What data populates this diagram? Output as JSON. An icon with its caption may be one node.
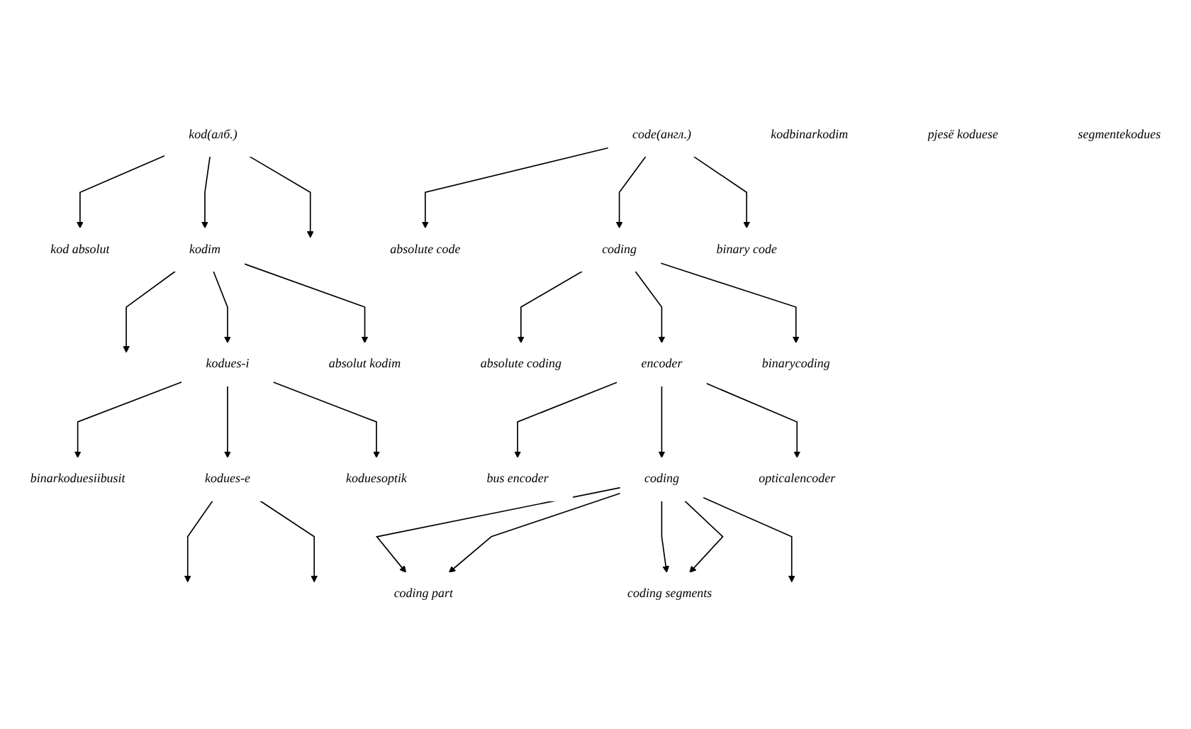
{
  "diagram": {
    "nodes": [
      {
        "text": [
          "kod(алб.)"
        ]
      },
      {
        "text": [
          "kod absolut"
        ]
      },
      {
        "text": [
          "kodim"
        ]
      },
      {
        "text": [
          "kodbinarkodim"
        ]
      },
      {
        "text": [
          "absolut kodim"
        ]
      },
      {
        "text": [
          "kodues-i"
        ]
      },
      {
        "text": [
          "binarkoduesiibusit"
        ]
      },
      {
        "text": [
          "kodues-e"
        ]
      },
      {
        "text": [
          "koduesoptik"
        ]
      },
      {
        "text": [
          "pjesë koduese"
        ]
      },
      {
        "text": [
          "segmentekodues"
        ]
      },
      {
        "text": [
          "code(англ.)"
        ]
      },
      {
        "text": [
          "absolute code"
        ]
      },
      {
        "text": [
          "coding"
        ]
      },
      {
        "text": [
          "binary code"
        ]
      },
      {
        "text": [
          "absolute coding"
        ]
      },
      {
        "text": [
          "encoder"
        ]
      },
      {
        "text": [
          "binarycoding"
        ]
      },
      {
        "text": [
          "bus encoder"
        ]
      },
      {
        "text": [
          "coding"
        ]
      },
      {
        "text": [
          "opticalencoder"
        ]
      },
      {
        "text": [
          "coding part"
        ]
      },
      {
        "text": [
          "coding segments"
        ]
      }
    ],
    "edges": [
      {
        "from": 0,
        "to": 1,
        "arrow": "to"
      },
      {
        "from": 0,
        "to": 2,
        "arrow": "to"
      },
      {
        "from": 0,
        "to": null,
        "arrow": "to"
      },
      {
        "from": 2,
        "to": null,
        "arrow": "to"
      },
      {
        "from": 2,
        "to": 5,
        "arrow": "to"
      },
      {
        "from": 2,
        "to": 4,
        "arrow": "to"
      },
      {
        "from": 5,
        "to": 6,
        "arrow": "to"
      },
      {
        "from": 5,
        "to": 7,
        "arrow": "to"
      },
      {
        "from": 5,
        "to": 8,
        "arrow": "to"
      },
      {
        "from": 7,
        "to": null,
        "arrow": "to"
      },
      {
        "from": 7,
        "to": null,
        "arrow": "to"
      },
      {
        "from": 11,
        "to": 12,
        "arrow": "to"
      },
      {
        "from": 11,
        "to": 13,
        "arrow": "to"
      },
      {
        "from": 11,
        "to": 14,
        "arrow": "to"
      },
      {
        "from": 13,
        "to": 15,
        "arrow": "to"
      },
      {
        "from": 13,
        "to": 16,
        "arrow": "to"
      },
      {
        "from": 13,
        "to": 17,
        "arrow": "to"
      },
      {
        "from": 16,
        "to": 18,
        "arrow": "to"
      },
      {
        "from": 16,
        "to": 19,
        "arrow": "to"
      },
      {
        "from": 16,
        "to": 20,
        "arrow": "to"
      },
      {
        "from": 19,
        "to": 21,
        "arrow": "to"
      },
      {
        "from": 19,
        "to": 21,
        "arrow": "to"
      },
      {
        "from": 19,
        "to": 22,
        "arrow": "to"
      },
      {
        "from": 19,
        "to": 22,
        "arrow": "to"
      },
      {
        "from": 19,
        "to": null,
        "arrow": "to"
      }
    ]
  }
}
